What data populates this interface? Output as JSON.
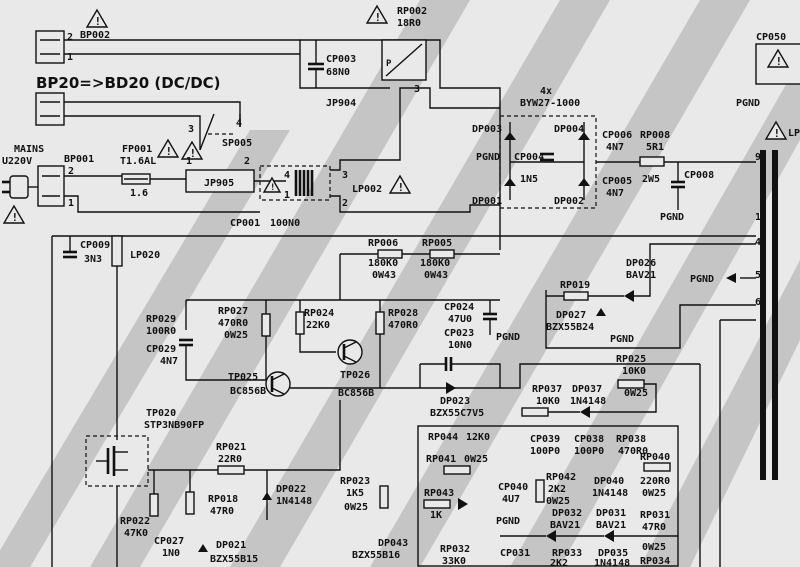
{
  "title": "BP20=>BD20 (DC/DC)",
  "mains": {
    "label": "MAINS",
    "voltage": "U220V"
  },
  "connectors": {
    "bp002": "BP002",
    "bp001": "BP001",
    "cp050": "CP050",
    "pin1": "1",
    "pin2": "2",
    "pin3": "3",
    "pin4": "4",
    "pin5": "5",
    "pin6": "6",
    "pin9": "9"
  },
  "components": {
    "rp002": {
      "ref": "RP002",
      "value": "18R0"
    },
    "cp003": {
      "ref": "CP003",
      "value": "68N0"
    },
    "jp904": {
      "ref": "JP904"
    },
    "sp005": {
      "ref": "SP005"
    },
    "fp001": {
      "ref": "FP001",
      "value": "T1.6AL",
      "extra": "1.6"
    },
    "jp905": {
      "ref": "JP905"
    },
    "lp002": {
      "ref": "LP002"
    },
    "cp001": {
      "ref": "CP001",
      "value": "100N0"
    },
    "bridge": {
      "count": "4x",
      "part": "BYW27-1000"
    },
    "dp003": "DP003",
    "dp004": "DP004",
    "dp001": "DP001",
    "dp002": "DP002",
    "cp004": {
      "ref": "CP004",
      "value": "1N5"
    },
    "cp006": {
      "ref": "CP006",
      "value": "4N7"
    },
    "cp005": {
      "ref": "CP005",
      "value": "4N7"
    },
    "rp008": {
      "ref": "RP008",
      "value": "5R1",
      "power": "2W5"
    },
    "cp008": {
      "ref": "CP008"
    },
    "cp009": {
      "ref": "CP009",
      "value": "3N3"
    },
    "lp020": {
      "ref": "LP020"
    },
    "rp006": {
      "ref": "RP006",
      "value": "180K0",
      "power": "0W43"
    },
    "rp005": {
      "ref": "RP005",
      "value": "180K0",
      "power": "0W43"
    },
    "rp019": {
      "ref": "RP019"
    },
    "dp026": {
      "ref": "DP026",
      "part": "BAV21"
    },
    "dp027": {
      "ref": "DP027",
      "part": "BZX55B24"
    },
    "rp029": {
      "ref": "RP029",
      "value": "100R0"
    },
    "cp029": {
      "ref": "CP029",
      "value": "4N7"
    },
    "rp027": {
      "ref": "RP027",
      "value": "470R0",
      "power": "0W25"
    },
    "rp024": {
      "ref": "RP024",
      "value": "22K0"
    },
    "rp028": {
      "ref": "RP028",
      "value": "470R0"
    },
    "cp024": {
      "ref": "CP024",
      "value": "47U0"
    },
    "cp023": {
      "ref": "CP023",
      "value": "10N0"
    },
    "tp025": {
      "ref": "TP025",
      "part": "BC856B"
    },
    "tp026": {
      "ref": "TP026",
      "part": "BC856B"
    },
    "rp025": {
      "ref": "RP025",
      "value": "10K0",
      "power": "0W25"
    },
    "dp023": {
      "ref": "DP023",
      "part": "BZX55C7V5"
    },
    "rp037": {
      "ref": "RP037",
      "value": "10K0"
    },
    "dp037": {
      "ref": "DP037",
      "part": "1N4148"
    },
    "tp020": {
      "ref": "TP020",
      "part": "STP3NB90FP"
    },
    "rp021": {
      "ref": "RP021",
      "value": "22R0"
    },
    "rp044": {
      "ref": "RP044",
      "value": "12K0"
    },
    "cp039": {
      "ref": "CP039",
      "value": "100P0"
    },
    "cp038": {
      "ref": "CP038",
      "value": "100P0"
    },
    "rp038": {
      "ref": "RP038",
      "value": "470R0"
    },
    "rp041": {
      "ref": "RP041",
      "power": "0W25"
    },
    "rp018": {
      "ref": "RP018",
      "value": "47R0"
    },
    "dp022": {
      "ref": "DP022",
      "part": "1N4148"
    },
    "rp023": {
      "ref": "RP023",
      "value": "1K5",
      "power": "0W25"
    },
    "rp043": {
      "ref": "RP043",
      "value": "1K"
    },
    "cp040": {
      "ref": "CP040",
      "value": "4U7"
    },
    "rp042": {
      "ref": "RP042",
      "value": "2K2",
      "power": "0W25"
    },
    "dp040": {
      "ref": "DP040",
      "part": "1N4148"
    },
    "rp040": {
      "ref": "RP040",
      "value": "220R0",
      "power": "0W25"
    },
    "rp022": {
      "ref": "RP022",
      "value": "47K0"
    },
    "cp027": {
      "ref": "CP027",
      "value": "1N0"
    },
    "dp021": {
      "ref": "DP021",
      "part": "BZX55B15"
    },
    "dp043": {
      "ref": "DP043",
      "part": "BZX55B16"
    },
    "dp032": {
      "ref": "DP032",
      "part": "BAV21"
    },
    "dp031": {
      "ref": "DP031",
      "part": "BAV21"
    },
    "rp031": {
      "ref": "RP031",
      "value": "47R0",
      "power": "0W25"
    },
    "rp032": {
      "ref": "RP032",
      "value": "33K0"
    },
    "cp031": {
      "ref": "CP031"
    },
    "rp033": {
      "ref": "RP033",
      "value": "2K2"
    },
    "dp035": {
      "ref": "DP035",
      "part": "1N4148"
    },
    "rp034": {
      "ref": "RP034"
    }
  },
  "nets": {
    "pgnd": "PGND",
    "lp": "LP"
  }
}
